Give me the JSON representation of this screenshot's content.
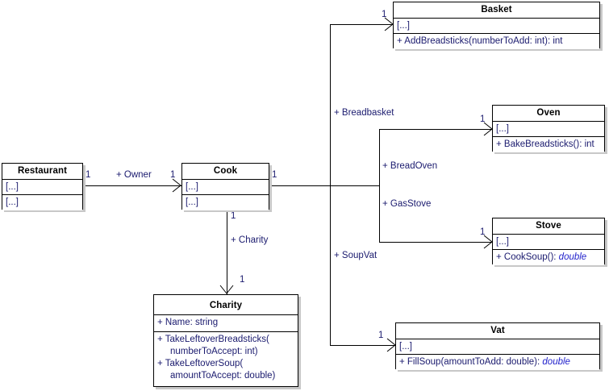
{
  "diagram": {
    "kind": "uml-class-diagram",
    "classes": [
      {
        "id": "restaurant",
        "name": "Restaurant",
        "compartments": [
          {
            "rows": [
              "[...]"
            ]
          },
          {
            "rows": [
              "[...]"
            ]
          }
        ]
      },
      {
        "id": "cook",
        "name": "Cook",
        "compartments": [
          {
            "rows": [
              "[...]"
            ]
          },
          {
            "rows": [
              "[...]"
            ]
          }
        ]
      },
      {
        "id": "basket",
        "name": "Basket",
        "compartments": [
          {
            "rows": [
              "[...]"
            ]
          },
          {
            "rows": [
              "+ AddBreadsticks(numberToAdd: int): int"
            ]
          }
        ]
      },
      {
        "id": "oven",
        "name": "Oven",
        "compartments": [
          {
            "rows": [
              "[...]"
            ]
          },
          {
            "rows": [
              "+ BakeBreadsticks(): int"
            ]
          }
        ]
      },
      {
        "id": "stove",
        "name": "Stove",
        "compartments": [
          {
            "rows": [
              "[...]"
            ]
          },
          {
            "rows_rich": [
              {
                "text": "+ CookSoup(): ",
                "ret": "double"
              }
            ]
          }
        ]
      },
      {
        "id": "vat",
        "name": "Vat",
        "compartments": [
          {
            "rows": [
              "[...]"
            ]
          },
          {
            "rows_rich": [
              {
                "text": "+ FillSoup(amountToAdd: double): ",
                "ret": "double"
              }
            ]
          }
        ]
      },
      {
        "id": "charity",
        "name": "Charity",
        "compartments": [
          {
            "rows": [
              "+ Name: string"
            ]
          },
          {
            "rows": [
              "+ TakeLeftoverBreadsticks(",
              "     numberToAccept: int)",
              "+ TakeLeftoverSoup(",
              "     amountToAccept: double)"
            ]
          }
        ]
      }
    ],
    "associations": [
      {
        "id": "owner",
        "label": "+ Owner",
        "from": "restaurant",
        "to": "cook",
        "source_mult": "1",
        "target_mult": "1"
      },
      {
        "id": "charity",
        "label": "+ Charity",
        "from": "cook",
        "to": "charity",
        "source_mult": "1",
        "target_mult": "1"
      },
      {
        "id": "breadbasket",
        "label": "+ Breadbasket",
        "from": "cook",
        "to": "basket",
        "target_mult": "1"
      },
      {
        "id": "breadoven",
        "label": "+ BreadOven",
        "from": "cook",
        "to": "oven",
        "target_mult": "1"
      },
      {
        "id": "gasstove",
        "label": "+ GasStove",
        "from": "cook",
        "to": "stove",
        "target_mult": "1"
      },
      {
        "id": "soupvat",
        "label": "+ SoupVat",
        "from": "cook",
        "to": "vat",
        "target_mult": "1"
      }
    ]
  }
}
